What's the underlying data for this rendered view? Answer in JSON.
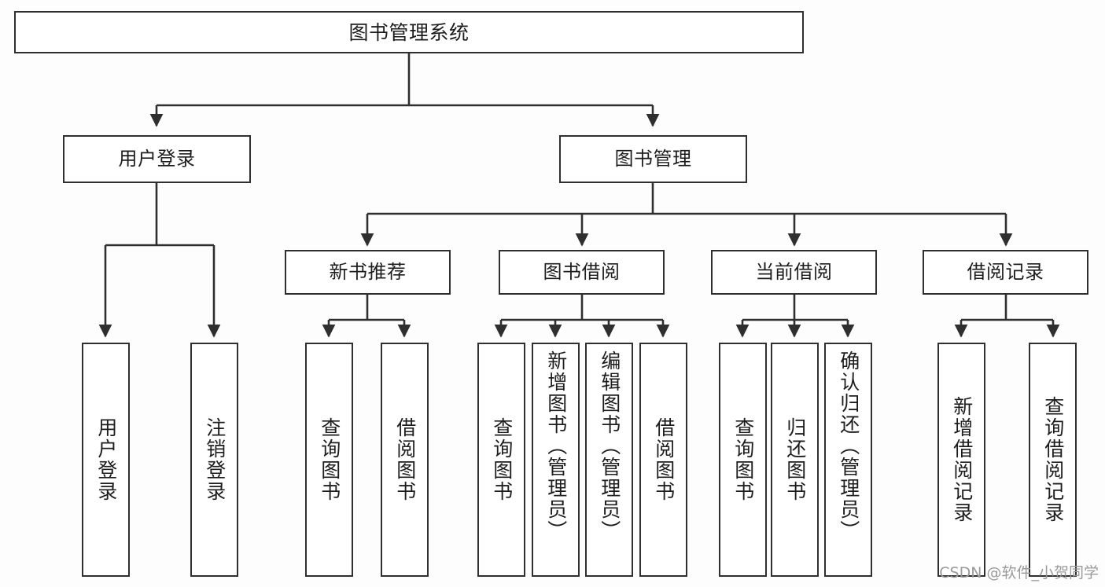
{
  "diagram": {
    "title": "图书管理系统",
    "type": "tree-hierarchy",
    "root": {
      "label": "图书管理系统"
    },
    "level2": [
      {
        "label": "用户登录"
      },
      {
        "label": "图书管理"
      }
    ],
    "level3": [
      {
        "label": "新书推荐"
      },
      {
        "label": "图书借阅"
      },
      {
        "label": "当前借阅"
      },
      {
        "label": "借阅记录"
      }
    ],
    "leaves": {
      "user_login": [
        {
          "label": "用户登录"
        },
        {
          "label": "注销登录"
        }
      ],
      "new_book": [
        {
          "label": "查询图书"
        },
        {
          "label": "借阅图书"
        }
      ],
      "book_borrow": [
        {
          "label": "查询图书"
        },
        {
          "label": "新增图书（管理员）"
        },
        {
          "label": "编辑图书（管理员）"
        },
        {
          "label": "借阅图书"
        }
      ],
      "current_borrow": [
        {
          "label": "查询图书"
        },
        {
          "label": "归还图书"
        },
        {
          "label": "确认归还（管理员）"
        }
      ],
      "borrow_record": [
        {
          "label": "新增借阅记录"
        },
        {
          "label": "查询借阅记录"
        }
      ]
    }
  },
  "watermark": {
    "text": "CSDN @软件_小贺同学"
  },
  "colors": {
    "stroke": "#2f2f2f",
    "background": "#fdfdfd",
    "box_fill": "#ffffff",
    "text": "#1d1d1d",
    "watermark": "#9a9a9a"
  }
}
